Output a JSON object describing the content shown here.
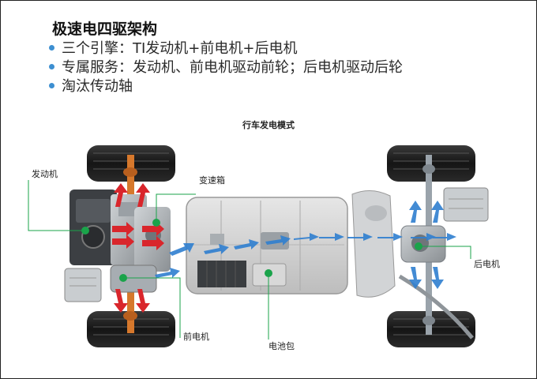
{
  "header": {
    "title": "极速电四驱架构",
    "bullets": [
      "三个引擎：TI发动机+前电机+后电机",
      "专属服务：发动机、前电机驱动前轮；后电机驱动后轮",
      "淘汰传动轴"
    ]
  },
  "diagram": {
    "title": "行车发电模式",
    "labels": {
      "engine": "发动机",
      "gearbox": "变速箱",
      "rear_motor": "后电机",
      "front_motor": "前电机",
      "battery": "电池包"
    }
  },
  "colors": {
    "accent": "#3d8fd1",
    "marker": "#1aa34a",
    "flow_red": "#d9262c",
    "flow_blue": "#2f7fd0"
  },
  "icons": [
    "bullet-dot-icon"
  ]
}
